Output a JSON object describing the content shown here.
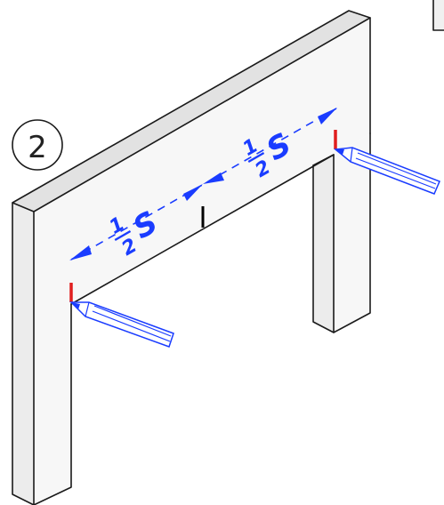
{
  "step": {
    "number": "2"
  },
  "dimensions": {
    "left_numerator": "1",
    "left_denominator": "2",
    "left_symbol": "S",
    "right_numerator": "1",
    "right_denominator": "2",
    "right_symbol": "S"
  },
  "colors": {
    "dimension": "#1a3cff",
    "end_mark": "#e01e1e",
    "center_mark": "#000000",
    "outline": "#1a1a1a"
  },
  "icons": {
    "pencil_left": "pencil-icon",
    "pencil_right": "pencil-icon"
  }
}
